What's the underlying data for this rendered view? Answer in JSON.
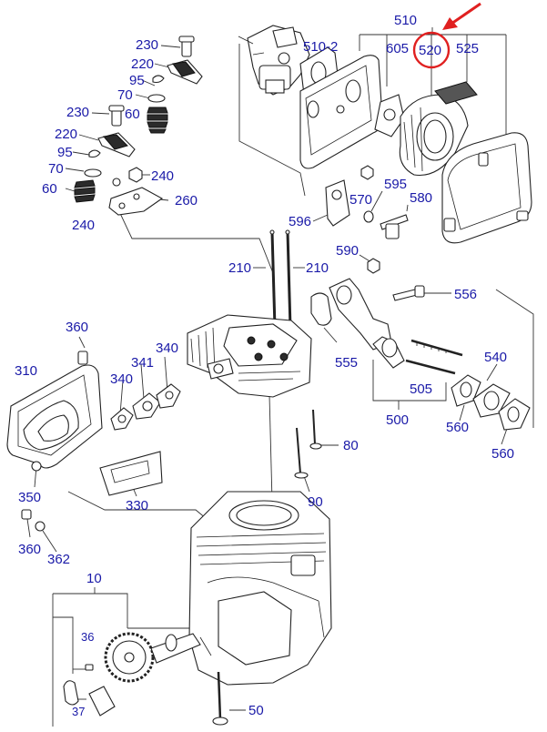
{
  "highlight_color": "#e02020",
  "label_color": "#1a1aa8",
  "labels": {
    "p230a": "230",
    "p220a": "220",
    "p95a": "95",
    "p70a": "70",
    "p60a": "60",
    "p230b": "230",
    "p220b": "220",
    "p95b": "95",
    "p70b": "70",
    "p60b": "60",
    "p240a": "240",
    "p240b": "240",
    "p260": "260",
    "p510": "510",
    "p510_2": "510-2",
    "p605": "605",
    "p520": "520",
    "p525": "525",
    "p570": "570",
    "p595": "595",
    "p580": "580",
    "p596": "596",
    "p590": "590",
    "p210a": "210",
    "p210b": "210",
    "p556": "556",
    "p555": "555",
    "p360a": "360",
    "p310": "310",
    "p340a": "340",
    "p341": "341",
    "p340b": "340",
    "p505": "505",
    "p540": "540",
    "p500": "500",
    "p560a": "560",
    "p560b": "560",
    "p80": "80",
    "p90": "90",
    "p350": "350",
    "p330": "330",
    "p360b": "360",
    "p362": "362",
    "p10": "10",
    "p36": "36",
    "p37": "37",
    "p50": "50"
  }
}
